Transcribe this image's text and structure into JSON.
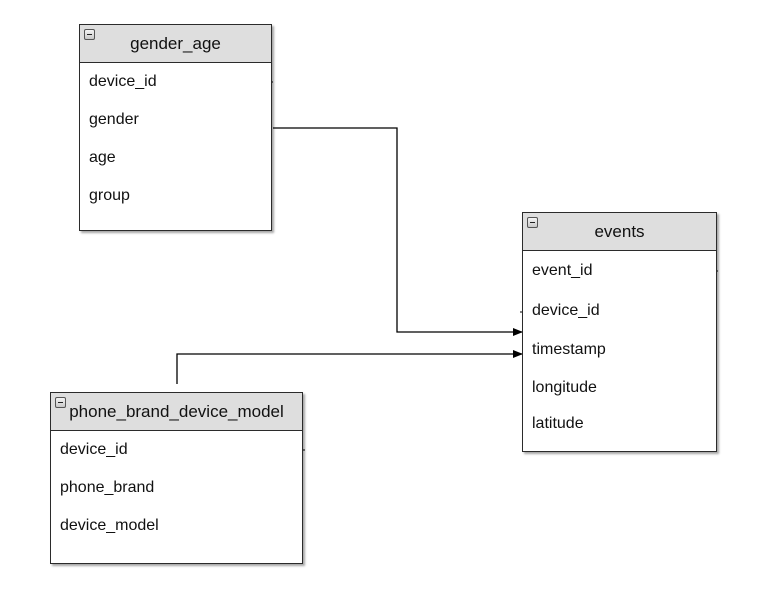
{
  "tables": {
    "gender_age": {
      "title": "gender_age",
      "fields": [
        "device_id",
        "gender",
        "age",
        "group"
      ]
    },
    "events": {
      "title": "events",
      "fields": [
        "event_id",
        "device_id",
        "timestamp",
        "longitude",
        "latitude"
      ]
    },
    "phone_brand_device_model": {
      "title": "phone_brand_device_model",
      "fields": [
        "device_id",
        "phone_brand",
        "device_model"
      ]
    }
  },
  "relationships": [
    {
      "from": "gender_age.gender",
      "to": "events.device_id"
    },
    {
      "from": "phone_brand_device_model",
      "to": "events.timestamp"
    }
  ]
}
